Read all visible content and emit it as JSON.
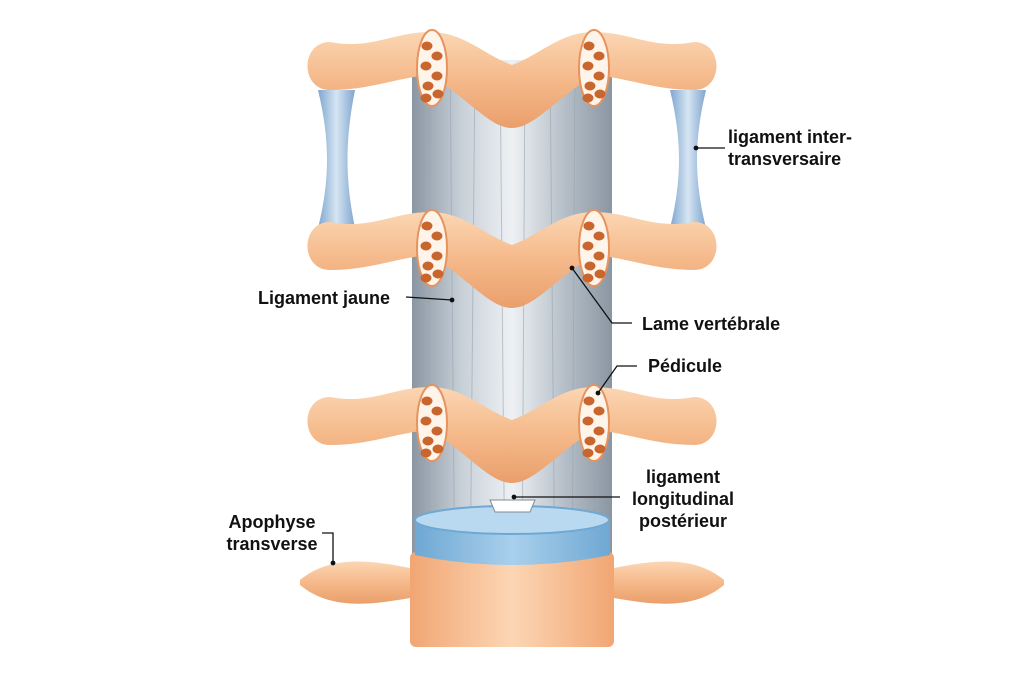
{
  "labels": {
    "intertransverse_line1": "ligament inter-",
    "intertransverse_line2": "transversaire",
    "yellow_ligament": "Ligament jaune",
    "lamina": "Lame vertébrale",
    "pedicle": "Pédicule",
    "posterior_longitudinal_line1": "ligament",
    "posterior_longitudinal_line2": "longitudinal",
    "posterior_longitudinal_line3": "postérieur",
    "transverse_process_line1": "Apophyse",
    "transverse_process_line2": "transverse"
  },
  "colors": {
    "bone": "#f5b98a",
    "bone_light": "#fbd6b3",
    "bone_dark": "#e7935e",
    "cancellous": "#c9662e",
    "ligament_grey": "#a9b3bd",
    "ligament_dark": "#7f8b97",
    "ligament_blue": "#8fb4d9",
    "disc_top": "#9cc7e6",
    "disc_side": "#6fa8d3",
    "leader": "#111111"
  }
}
